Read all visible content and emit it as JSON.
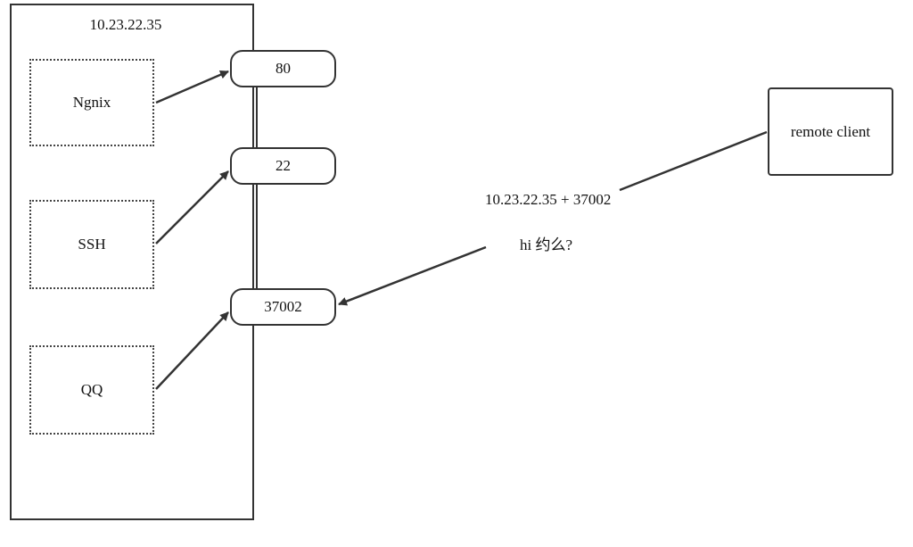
{
  "host": {
    "ip": "10.23.22.35",
    "processes": [
      {
        "label": "Ngnix"
      },
      {
        "label": "SSH"
      },
      {
        "label": "QQ"
      }
    ],
    "ports": [
      {
        "label": "80"
      },
      {
        "label": "22"
      },
      {
        "label": "37002"
      }
    ]
  },
  "client": {
    "label": "remote client"
  },
  "message": {
    "address": "10.23.22.35 + 37002",
    "content": "hi 约么?"
  },
  "colors": {
    "line": "#333333",
    "background": "#ffffff"
  }
}
